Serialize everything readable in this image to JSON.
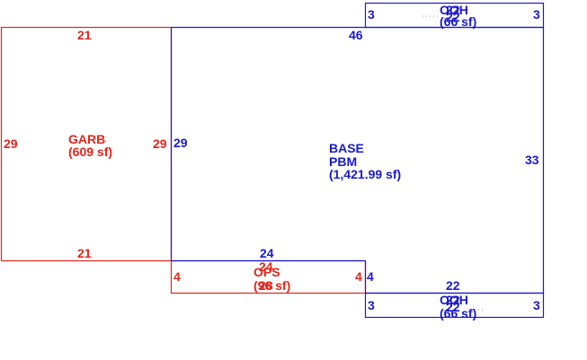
{
  "colors": {
    "red": "#e1261c",
    "blue": "#1a1ac8"
  },
  "garb": {
    "name": "GARB",
    "area": "(609 sf)",
    "dims": {
      "top": "21",
      "bottom": "21",
      "left": "29",
      "right": "29"
    }
  },
  "base": {
    "name": "BASE",
    "name2": "PBM",
    "area": "(1,421.99 sf)",
    "dims": {
      "top": "46",
      "left": "29",
      "right": "33",
      "bottom": "24",
      "bottom2": "22"
    }
  },
  "ops": {
    "name_a": "OPS",
    "name_b": "24",
    "area_a": "(96 sf)",
    "area_b": "28",
    "dims": {
      "left": "4",
      "right": "4"
    }
  },
  "top_oh": {
    "name_a": "OOH",
    "name_b": "22",
    "area_a": "(66 sf)",
    "area_b": "22",
    "dims": {
      "left": "3",
      "right": "3"
    }
  },
  "bottom_oh": {
    "name_a": "OOH",
    "name_b": "22",
    "area_a": "(66 sf)",
    "area_b": "22",
    "dims": {
      "left": "3",
      "right": "3"
    }
  },
  "ops_right_blue": "4"
}
